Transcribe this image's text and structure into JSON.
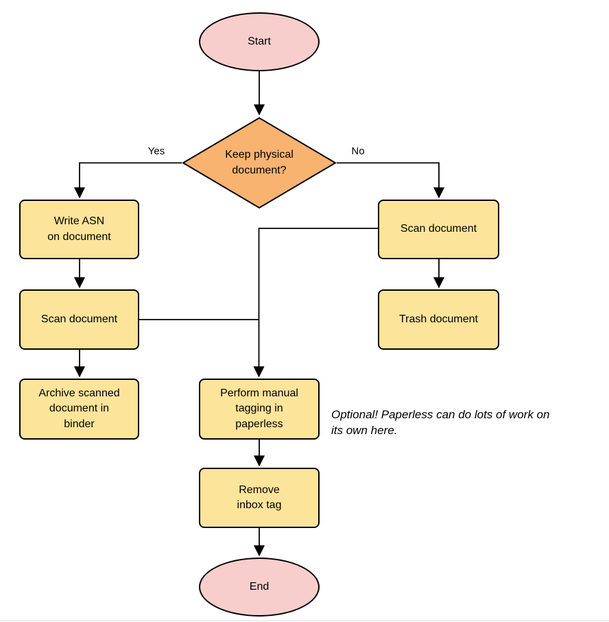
{
  "colors": {
    "process_fill": "#FCE49B",
    "decision_fill": "#F8B370",
    "terminal_fill": "#F8CECC",
    "stroke": "#000000",
    "text": "#000000"
  },
  "nodes": {
    "start": {
      "lines": [
        "Start"
      ]
    },
    "decision": {
      "lines": [
        "Keep physical",
        "document?"
      ]
    },
    "write_asn": {
      "lines": [
        "Write ASN",
        "on document"
      ]
    },
    "scan_left": {
      "lines": [
        "Scan document"
      ]
    },
    "archive": {
      "lines": [
        "Archive scanned",
        "document in",
        "binder"
      ]
    },
    "scan_right": {
      "lines": [
        "Scan document"
      ]
    },
    "trash": {
      "lines": [
        "Trash document"
      ]
    },
    "tagging": {
      "lines": [
        "Perform manual",
        "tagging in",
        "paperless"
      ]
    },
    "remove_inbox": {
      "lines": [
        "Remove",
        "inbox tag"
      ]
    },
    "end": {
      "lines": [
        "End"
      ]
    }
  },
  "edge_labels": {
    "yes": "Yes",
    "no": "No"
  },
  "annotation": {
    "lines": [
      "Optional! Paperless can do lots of work on",
      "its own here."
    ]
  }
}
